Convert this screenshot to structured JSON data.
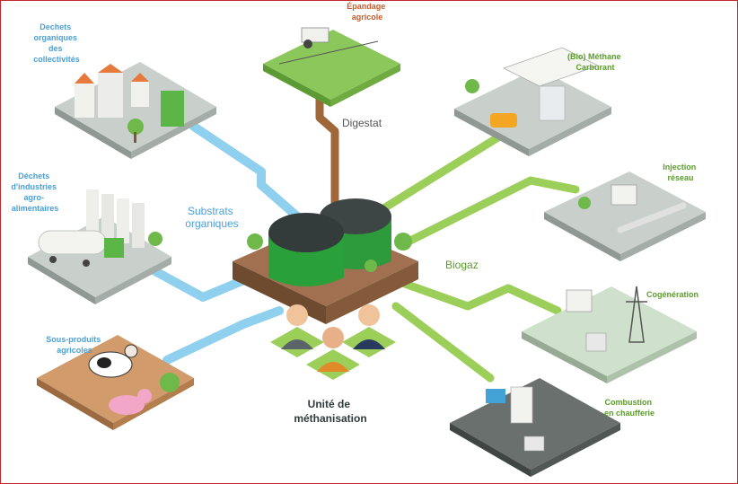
{
  "colors": {
    "substrate_pipe": "#8ed0ee",
    "biogaz_pipe": "#9ccf5a",
    "digestat_pipe": "#a0673a",
    "label_blue": "#4aa0d8",
    "label_green": "#5a9e2a",
    "frame": "#c2282e"
  },
  "inputs": {
    "collectivites": [
      "Dechets",
      "organiques",
      "des",
      "collectivités"
    ],
    "industries": [
      "Déchets",
      "d'industries",
      "agro-",
      "alimentaires"
    ],
    "agricoles": [
      "Sous-produits",
      "agricoles"
    ]
  },
  "flows": {
    "substrats": [
      "Substrats",
      "organiques"
    ],
    "digestat": "Digestat",
    "biogaz": "Biogaz"
  },
  "outputs": {
    "epandage": [
      "Épandage",
      "agricole"
    ],
    "methane": [
      "(Bio) Méthane",
      "Carburant"
    ],
    "injection": [
      "Injection",
      "réseau"
    ],
    "cogeneration": "Cogénération",
    "combustion": [
      "Combustion",
      "en chaufferie"
    ]
  },
  "center": {
    "title": [
      "Unité de",
      "méthanisation"
    ]
  }
}
